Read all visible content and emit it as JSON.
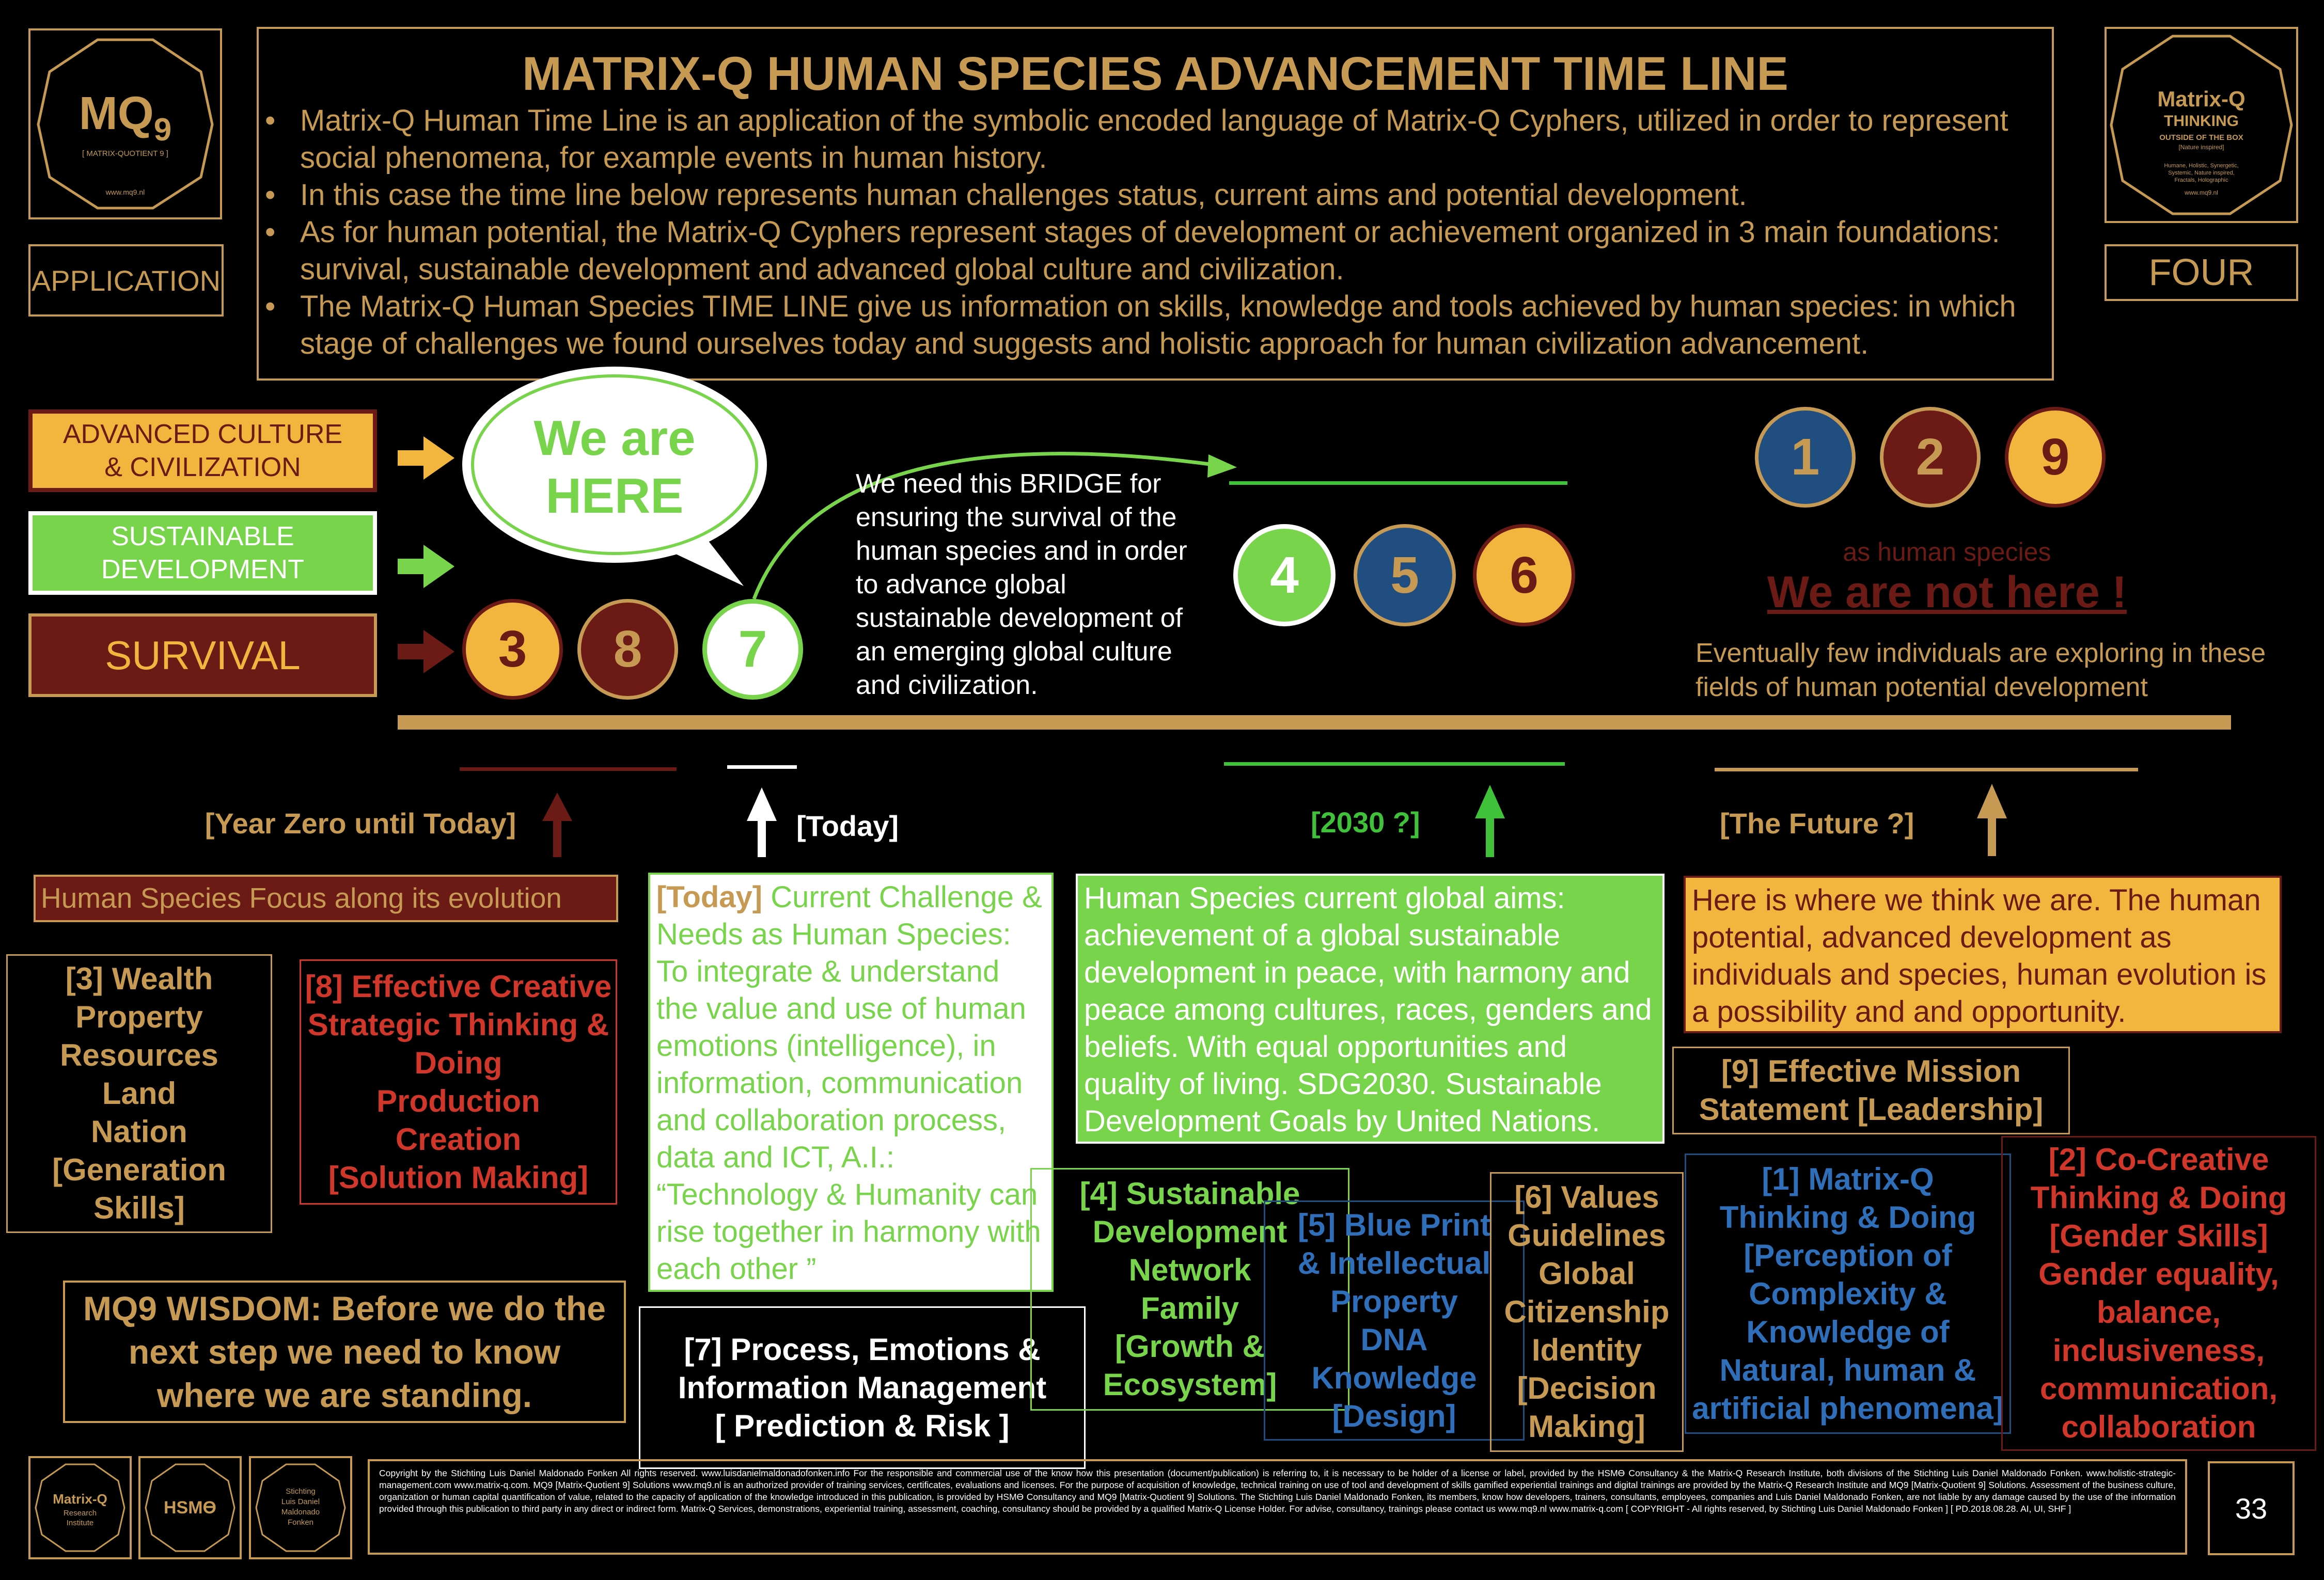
{
  "header": {
    "title": "MATRIX-Q HUMAN SPECIES ADVANCEMENT TIME LINE",
    "bullets": [
      "Matrix-Q Human Time Line is an application of the symbolic encoded language of Matrix-Q Cyphers, utilized in order to represent social phenomena, for example events in human history.",
      "In this case the time line below represents human challenges status, current aims and potential development.",
      "As for human potential, the Matrix-Q Cyphers represent stages of development or achievement organized in 3 main foundations: survival, sustainable development and advanced global culture and civilization.",
      "The Matrix-Q Human Species TIME LINE give us information on skills, knowledge and tools achieved by human species: in which stage of challenges we found ourselves today and suggests and holistic approach for human civilization advancement."
    ]
  },
  "logo_left": {
    "main": "MQ",
    "sub": "9",
    "tag": "[ MATRIX-QUOTIENT 9 ]",
    "url": "www.mq9.nl"
  },
  "logo_right": {
    "line1": "Matrix-Q",
    "line2": "THINKING",
    "line3": "OUTSIDE OF THE BOX",
    "line4": "[Nature inspired]",
    "line5": "Humane, Holistic, Synergetic, Systemic, Nature inspired, Fractals, Holographic",
    "url": "www.mq9.nl"
  },
  "application_label": "APPLICATION",
  "four_label": "FOUR",
  "levels": {
    "advanced": "ADVANCED CULTURE & CIVILIZATION",
    "sustainable": "SUSTAINABLE DEVELOPMENT",
    "survival": "SURVIVAL"
  },
  "we_are_here": "We are HERE",
  "bridge_text": "We need this BRIDGE for ensuring the survival of the human species and in order to advance global sustainable development of an emerging global culture and civilization.",
  "circles": {
    "c3": "3",
    "c8": "8",
    "c7": "7",
    "c4": "4",
    "c5": "5",
    "c6": "6",
    "c1": "1",
    "c2": "2",
    "c9": "9"
  },
  "future": {
    "as_species": "as human species",
    "not_here": "We are not here !",
    "few": "Eventually few individuals are exploring in these fields of human potential development"
  },
  "markers": {
    "zero": "[Year Zero until Today]",
    "today": "[Today]",
    "y2030": "[2030 ?]",
    "future": "[The Future ?]"
  },
  "focus_label": "Human Species Focus along its evolution",
  "today_box": {
    "lead": "[Today]",
    "text": " Current Challenge & Needs as Human Species: To integrate & understand the value and use of human emotions (intelligence), in information,  communication and collaboration process, data and ICT, A.I.: “Technology & Humanity can rise together in harmony with each other ”"
  },
  "aims_box": "Human Species current global aims: achievement of a global sustainable development in peace, with harmony and peace among cultures, races, genders and beliefs. With equal opportunities and quality of living. SDG2030. Sustainable Development Goals by United Nations.",
  "future_box": "Here is where we think we are. The human potential, advanced development as individuals and species, human evolution is a possibility and and opportunity.",
  "boxes": {
    "b3": "[3] Wealth\nProperty\nResources\nLand\nNation\n[Generation\nSkills]",
    "b8": "[8] Effective Creative\nStrategic Thinking &\nDoing\nProduction\nCreation\n[Solution Making]",
    "b7": "[7] Process, Emotions &\nInformation Management\n[ Prediction & Risk ]",
    "b4": "[4] Sustainable\nDevelopment\nNetwork\nFamily\n[Growth &\nEcosystem]",
    "b5": "[5] Blue Print\n& Intellectual\nProperty\nDNA\nKnowledge\n[Design]",
    "b6": "[6] Values\nGuidelines\nGlobal\nCitizenship\nIdentity\n[Decision\nMaking]",
    "b1": "[1] Matrix-Q\nThinking & Doing\n[Perception of\nComplexity &\nKnowledge of\nNatural, human &\nartificial phenomena]",
    "b9": "[9] Effective Mission\nStatement [Leadership]",
    "b2": "[2] Co-Creative\nThinking & Doing\n[Gender Skills]\nGender equality,\nbalance,\ninclusiveness,\ncommunication,\ncollaboration"
  },
  "wisdom": "MQ9 WISDOM: Before we do the next step we need to know where we are standing.",
  "footer_logos": {
    "a_line1": "Matrix-Q",
    "a_line2": "Research",
    "a_line3": "Institute",
    "b": "HSMƟ",
    "c_line1": "Stichting",
    "c_line2": "Luis Daniel",
    "c_line3": "Maldonado",
    "c_line4": "Fonken"
  },
  "copyright": "Copyright by the Stichting Luis Daniel Maldonado Fonken All rights reserved. www.luisdanielmaldonadofonken.info For the responsible and commercial use of the know how this presentation (document/publication) is referring to, it is necessary to be holder of a license or label, provided by the HSMƟ Consultancy & the Matrix-Q Research Institute, both divisions of the Stichting Luis Daniel Maldonado Fonken. www.holistic-strategic-management.com www.matrix-q.com. MQ9 [Matrix-Quotient 9] Solutions www.mq9.nl is an authorized provider of training services, certificates, evaluations and licenses. For the purpose of acquisition of knowledge, technical training on use of tool and development of skills gamified experiential trainings and digital trainings are provided by the Matrix-Q Research Institute and MQ9 [Matrix-Quotient 9] Solutions. Assessment of the business culture, organization or human capital quantification of value, related to the capacity of application of the knowledge introduced in this publication, is provided by HSMƟ Consultancy and MQ9 [Matrix-Quotient 9] Solutions. The Stichting Luis Daniel Maldonado Fonken, its members, know how developers, trainers, consultants, employees, companies and Luis Daniel Maldonado Fonken, are not liable by any damage caused by the use of the information provided through this publication to third party in any direct or indirect form. Matrix-Q Services, demonstrations, experiential training, assessment, coaching, consultancy should be provided by a qualified Matrix-Q License Holder. For advise, consultancy, trainings please contact us www.mq9.nl www.matrix-q.com [ COPYRIGHT - All rights reserved, by Stichting Luis Daniel Maldonado Fonken ] [ PD.2018.08.28. AI, UI, SHF ]",
  "page_number": "33",
  "colors": {
    "gold": "#c69a52",
    "yellow": "#f2b63f",
    "maroon": "#6b1a15",
    "green": "#78d44a",
    "blue": "#204e80",
    "red": "#d0362a"
  }
}
